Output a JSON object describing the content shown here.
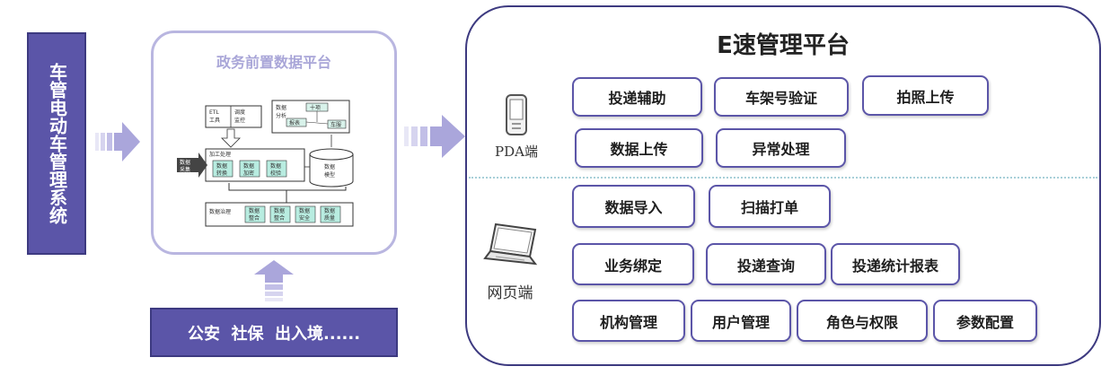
{
  "left_system": {
    "label": "车管电动车管理系统"
  },
  "middle": {
    "title": "政务前置数据平台",
    "diagram": {
      "etl": "ETL",
      "tools": "工具",
      "dispatch_a": "调度",
      "dispatch_b": "监控",
      "analysis_a": "数据",
      "analysis_b": "分析",
      "ten_rows": "十项",
      "report": "报表",
      "vehicle": "车服",
      "processing": "加工处理",
      "collect_a": "数据",
      "collect_b": "采集",
      "p1a": "数据",
      "p1b": "转换",
      "p2a": "数据",
      "p2b": "加密",
      "p3a": "数据",
      "p3b": "校验",
      "model_a": "数据",
      "model_b": "模型",
      "governance": "数据治理",
      "g1a": "数据",
      "g1b": "整合",
      "g2a": "数据",
      "g2b": "整合",
      "g3a": "数据",
      "g3b": "安全",
      "g4a": "数据",
      "g4b": "质量"
    }
  },
  "bottom": {
    "label": "公安  社保  出入境......"
  },
  "right": {
    "title": "E速管理平台",
    "pda_label": "PDA端",
    "web_label": "网页端",
    "pda_modules": [
      "投递辅助",
      "车架号验证",
      "拍照上传",
      "数据上传",
      "异常处理"
    ],
    "web_modules": [
      "数据导入",
      "扫描打单",
      "业务绑定",
      "投递查询",
      "投递统计报表",
      "机构管理",
      "用户管理",
      "角色与权限",
      "参数配置"
    ]
  },
  "colors": {
    "accent": "#5b55a8",
    "light_accent": "#b9b6e0",
    "divider": "#a8cfd8"
  },
  "icons": [
    "pda-device-icon",
    "laptop-icon",
    "right-arrow-icon",
    "up-arrow-icon"
  ]
}
